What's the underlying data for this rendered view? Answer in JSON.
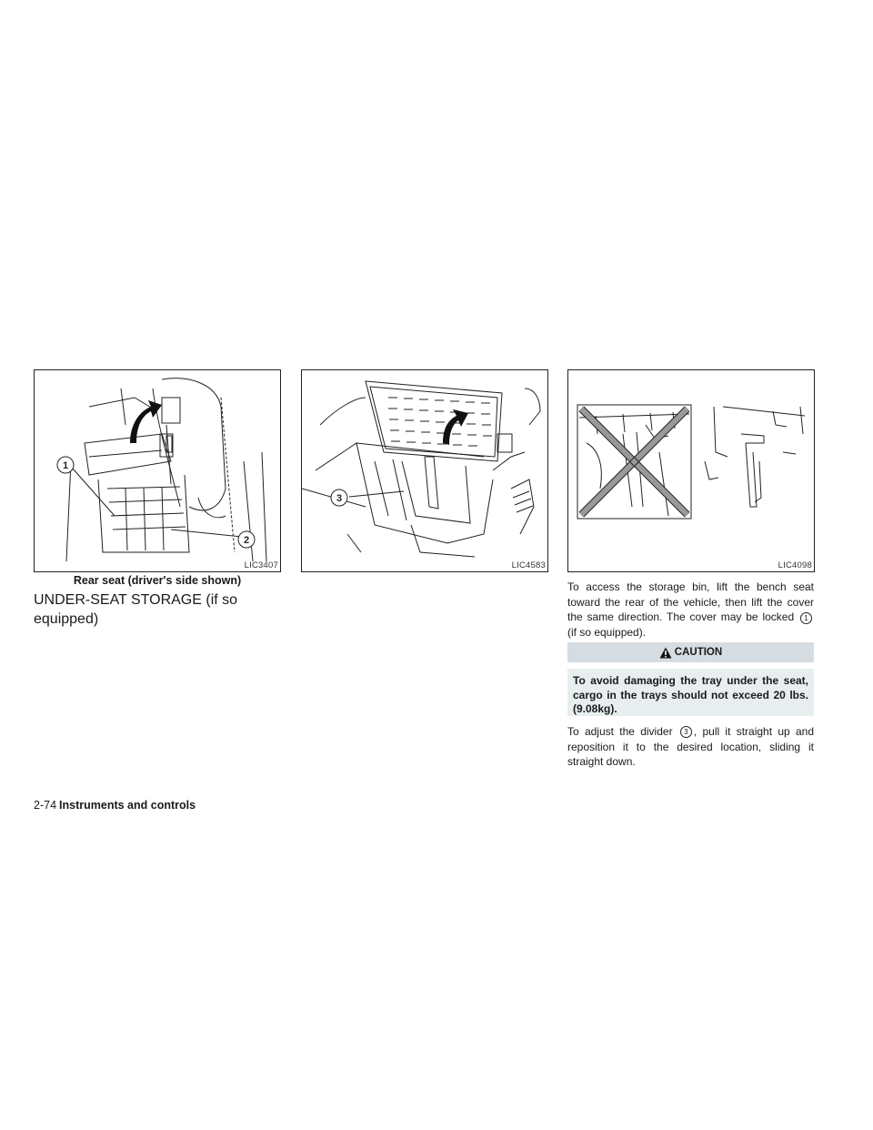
{
  "figures": [
    {
      "code": "LIC3407",
      "callouts": [
        "1",
        "2"
      ]
    },
    {
      "code": "LIC4583",
      "callouts": [
        "3"
      ]
    },
    {
      "code": "LIC4098"
    }
  ],
  "caption": "Rear seat (driver's side shown)",
  "section_heading": "UNDER-SEAT STORAGE (if so equipped)",
  "paragraph1": {
    "before": "To access the storage bin, lift the bench seat toward the rear of the vehicle, then lift the cover the same direction. The cover may be locked",
    "marker": "1",
    "after": "(if so equipped)."
  },
  "caution": {
    "label": "CAUTION",
    "text": "To avoid damaging the tray under the seat, cargo in the trays should not exceed 20 lbs. (9.08kg)."
  },
  "paragraph2": {
    "before": "To adjust the divider",
    "marker": "3",
    "after": ", pull it straight up and reposition it to the desired location, sliding it straight down."
  },
  "footer": {
    "page": "2-74",
    "chapter": "Instruments and controls"
  }
}
